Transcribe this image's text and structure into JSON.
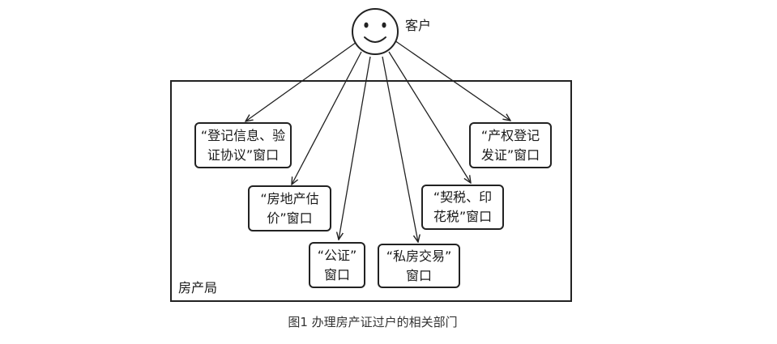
{
  "customer": {
    "label": "客户"
  },
  "bureau": {
    "label": "房产局"
  },
  "windows": [
    {
      "id": "registration",
      "lines": [
        "“登记信息、验",
        "证协议”窗口"
      ]
    },
    {
      "id": "appraisal",
      "lines": [
        "“房地产估",
        "价”窗口"
      ]
    },
    {
      "id": "notary",
      "lines": [
        "“公证”",
        "窗口"
      ]
    },
    {
      "id": "private-trade",
      "lines": [
        "“私房交易”",
        "窗口"
      ]
    },
    {
      "id": "tax",
      "lines": [
        "“契税、印",
        "花税”窗口"
      ]
    },
    {
      "id": "certificate",
      "lines": [
        "“产权登记",
        "发证”窗口"
      ]
    }
  ],
  "caption": "图1 办理房产证过户的相关部门"
}
